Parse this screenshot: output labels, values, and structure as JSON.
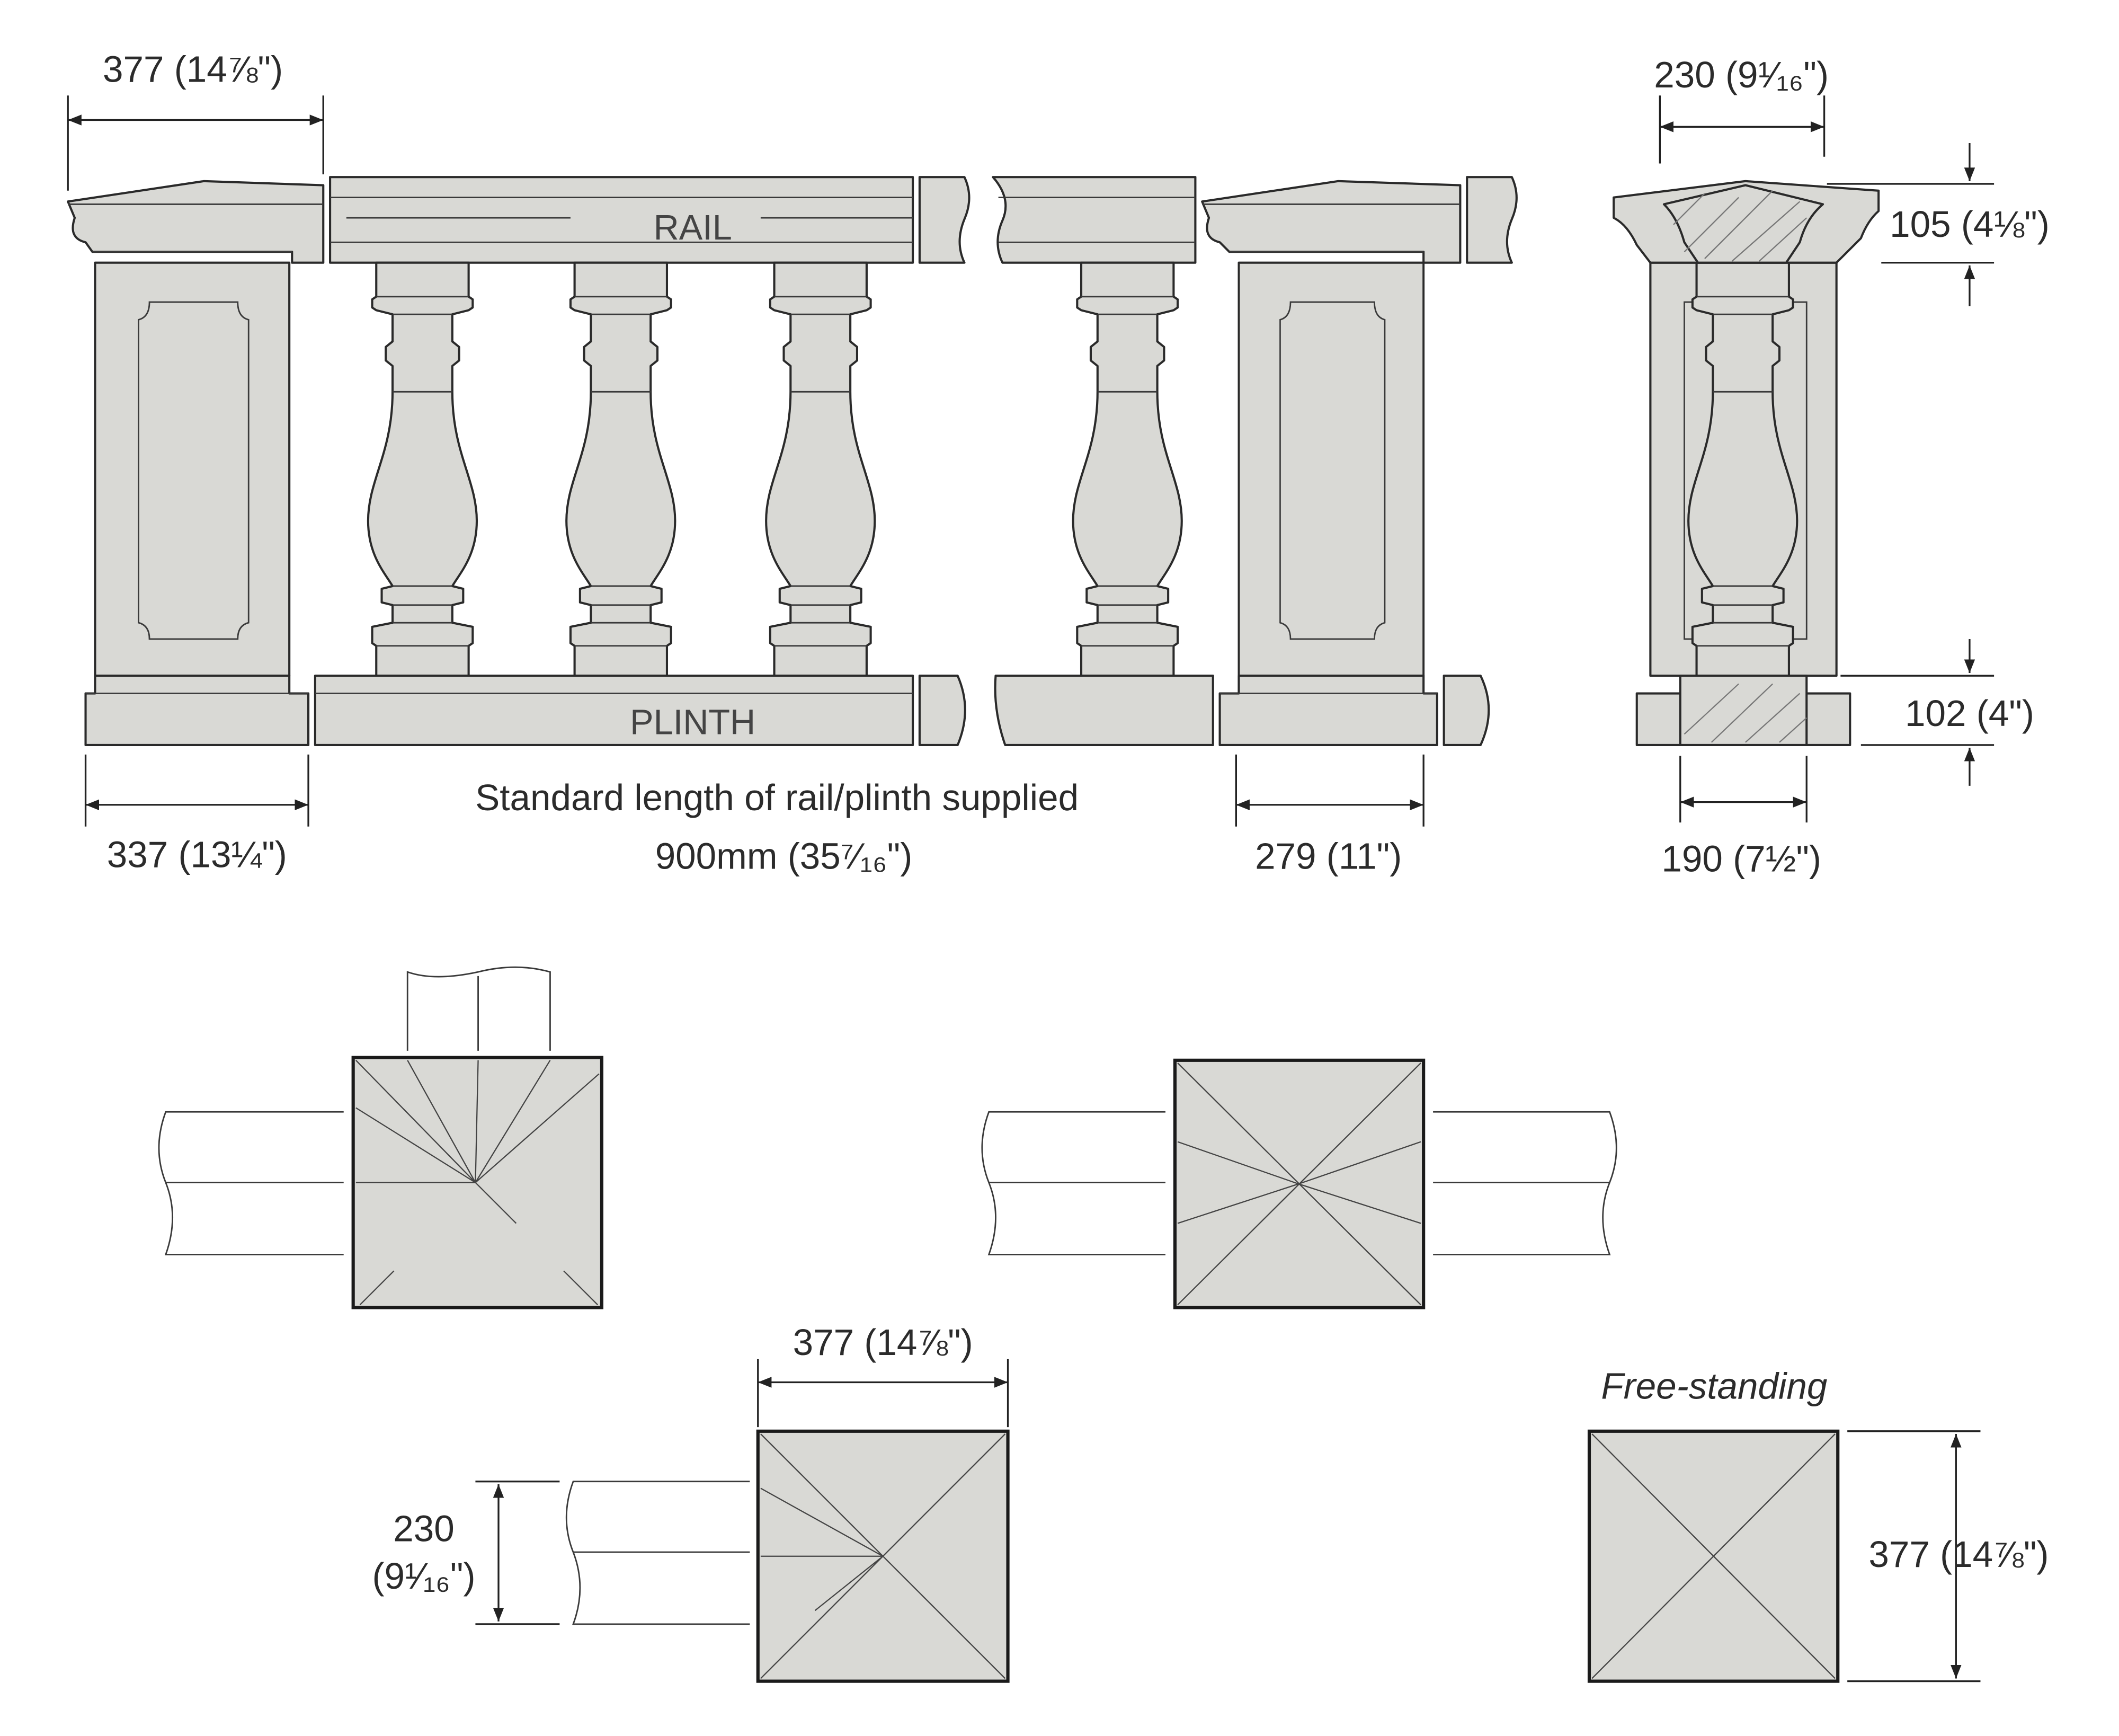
{
  "elevation": {
    "rail_label": "RAIL",
    "plinth_label": "PLINTH",
    "pier_cap_width": "377 (14⅞\")",
    "pier_base_width": "337 (13¼\")",
    "standard_length_line1": "Standard length of rail/plinth supplied",
    "standard_length_line2": "900mm (35⁷⁄₁₆\")",
    "pier_body_width": "279 (11\")"
  },
  "section": {
    "rail_width": "230 (9¹⁄₁₆\")",
    "rail_height": "105 (4⅛\")",
    "plinth_height": "102 (4\")",
    "plinth_width": "190 (7½\")"
  },
  "plans": {
    "end_pier_width": "377 (14⅞\")",
    "rail_width_line1": "230",
    "rail_width_line2": "(9¹⁄₁₆\")",
    "free_standing_label": "Free-standing",
    "free_standing_height": "377 (14⅞\")"
  },
  "colors": {
    "stone": "#d9d9d5",
    "line": "#2a2a2a"
  }
}
